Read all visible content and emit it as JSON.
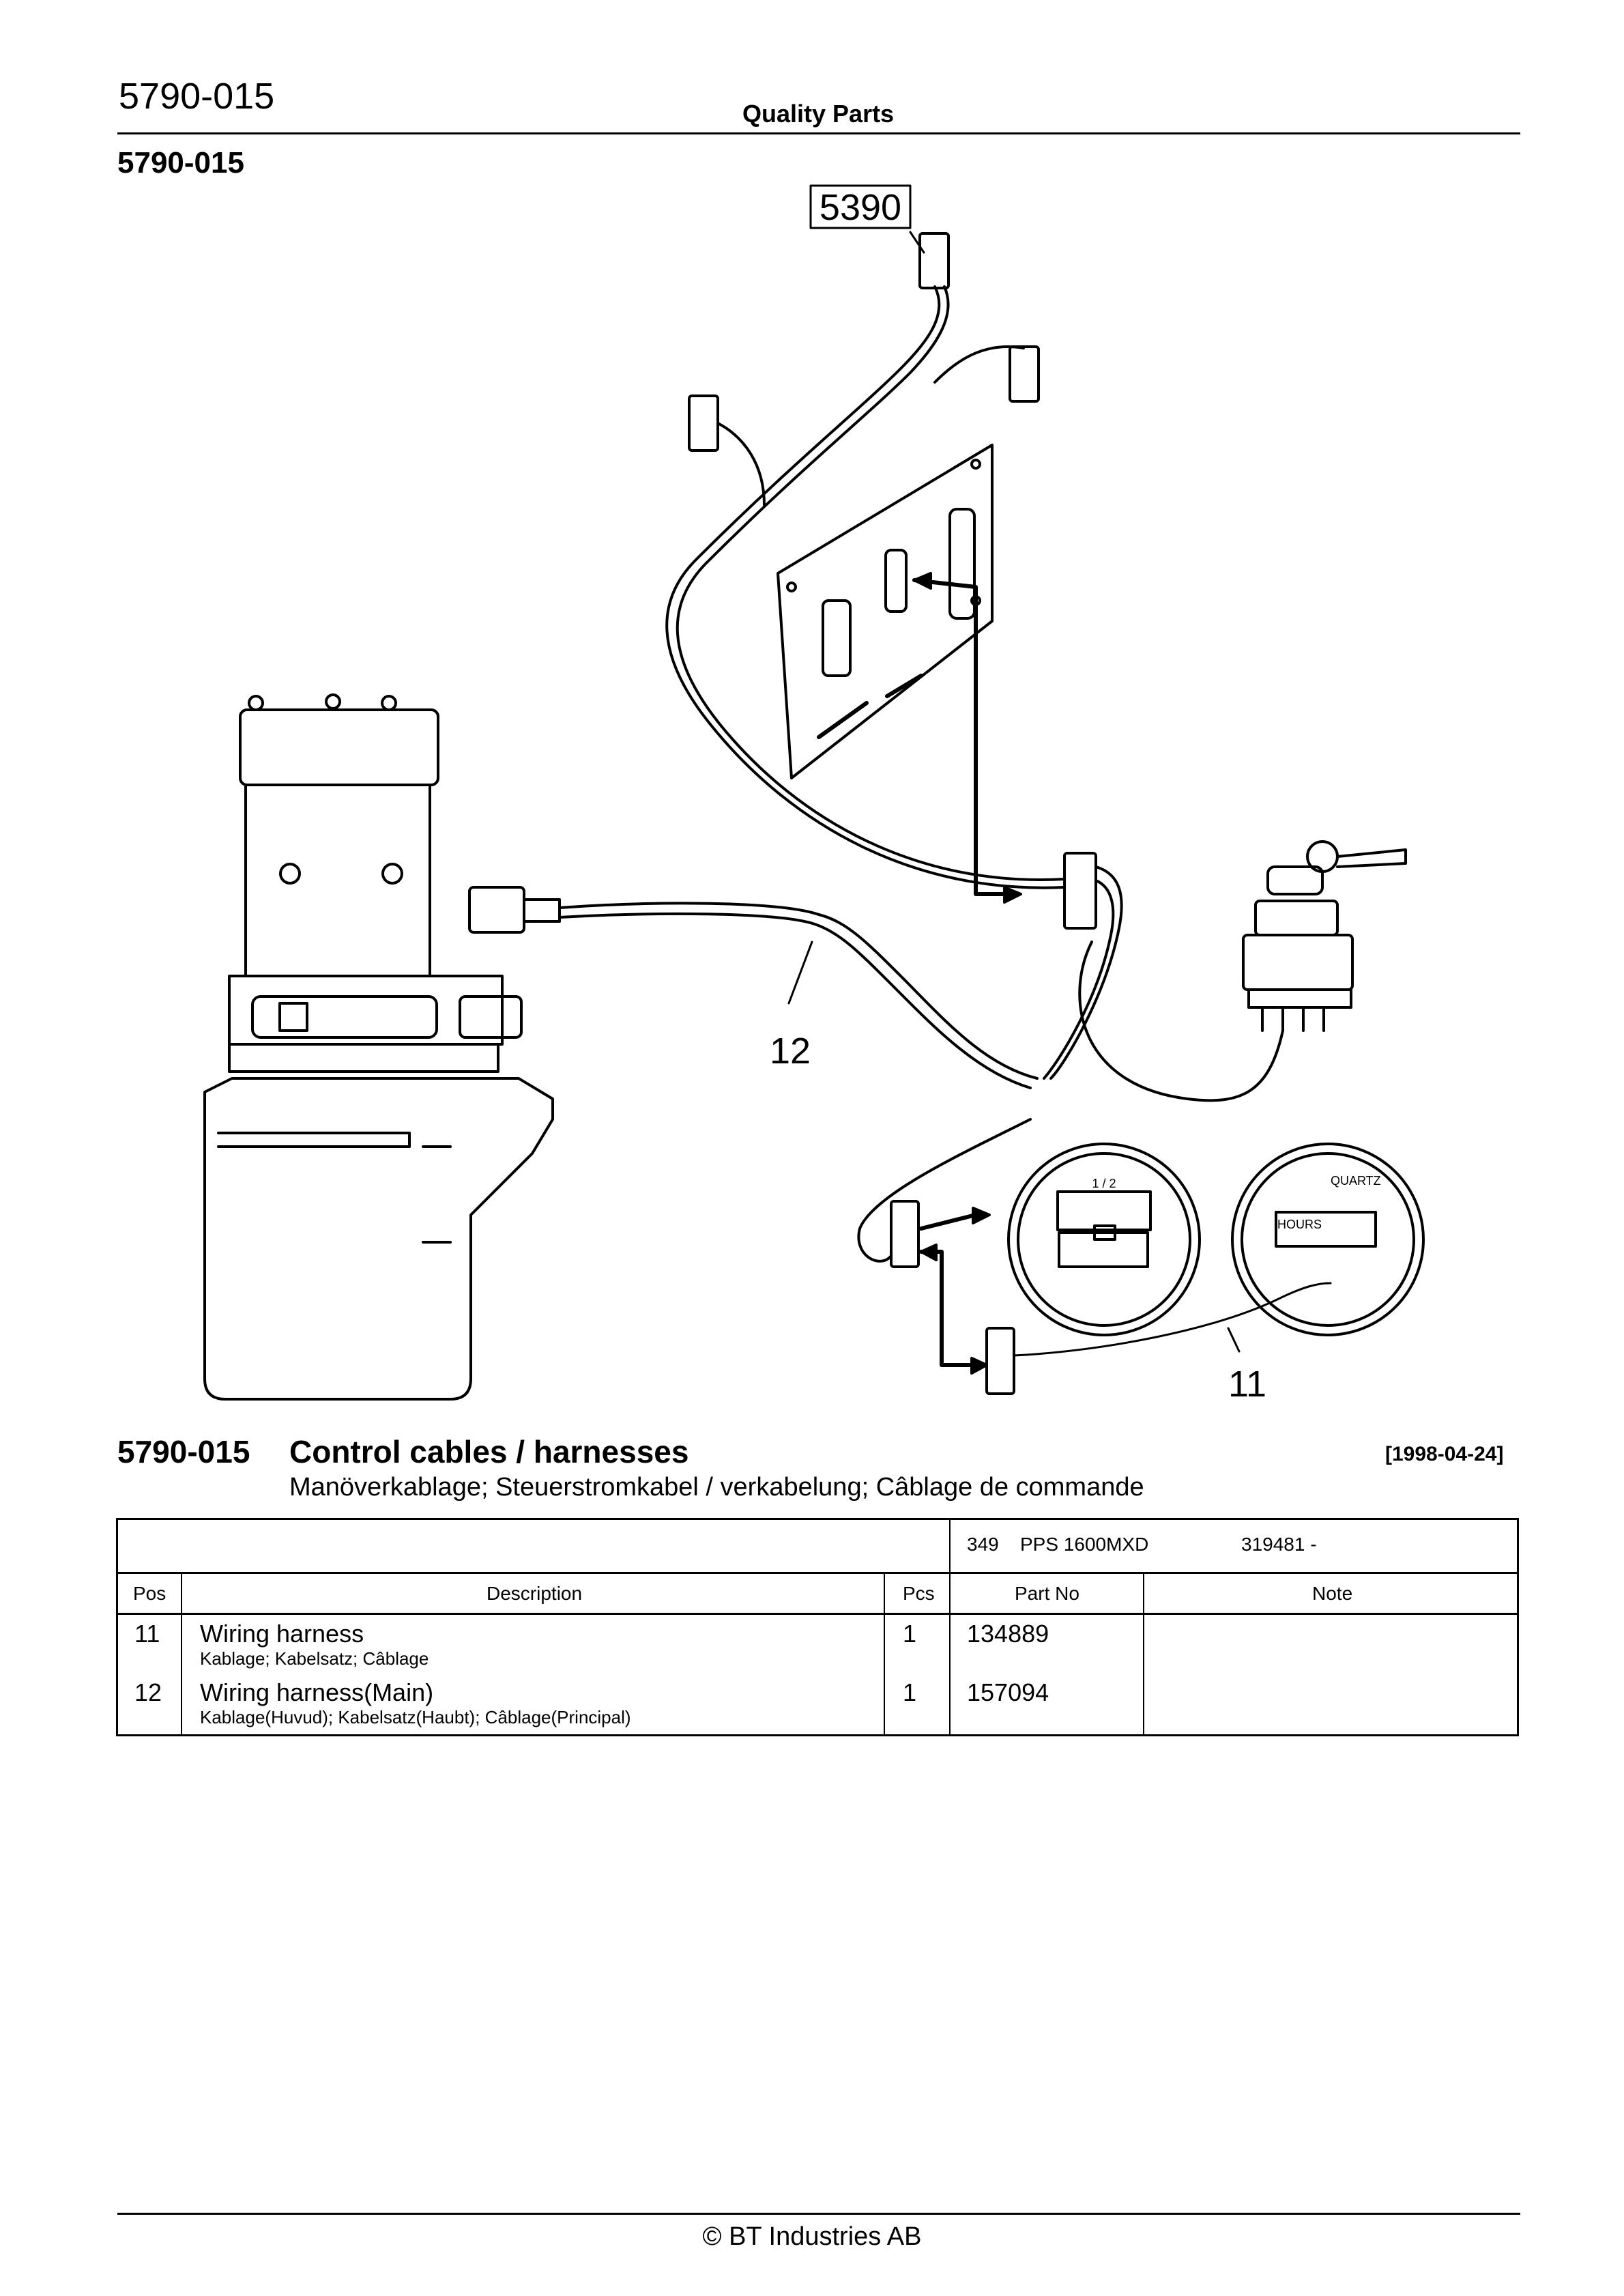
{
  "header": {
    "code": "5790-015",
    "quality_parts": "Quality Parts",
    "section_code": "5790-015"
  },
  "diagram": {
    "ref_box": "5390",
    "callout_12": "12",
    "callout_11": "11",
    "gauge_half": "1 / 2",
    "gauge_quartz": "QUARTZ",
    "gauge_hours": "HOURS"
  },
  "title": {
    "code": "5790-015",
    "text": "Control cables / harnesses",
    "date": "[1998-04-24]",
    "subtitle": "Manöverkablage; Steuerstromkabel / verkabelung; Câblage de commande"
  },
  "table": {
    "model": {
      "no": "349",
      "name": "PPS 1600MXD",
      "serial": "319481 -"
    },
    "headers": {
      "pos": "Pos",
      "desc": "Description",
      "pcs": "Pcs",
      "part": "Part No",
      "note": "Note"
    },
    "rows": [
      {
        "pos": "11",
        "desc": "Wiring harness",
        "desc_sub": "Kablage; Kabelsatz; Câblage",
        "pcs": "1",
        "part": "134889",
        "note": ""
      },
      {
        "pos": "12",
        "desc": "Wiring harness(Main)",
        "desc_sub": "Kablage(Huvud); Kabelsatz(Haubt); Câblage(Principal)",
        "pcs": "1",
        "part": "157094",
        "note": ""
      }
    ]
  },
  "footer": {
    "copyright": "© BT Industries AB"
  }
}
